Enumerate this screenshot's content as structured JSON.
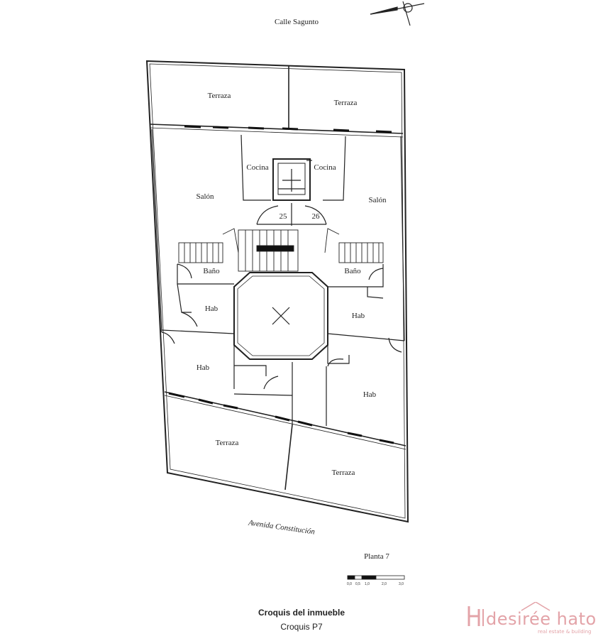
{
  "streets": {
    "top": "Calle Sagunto",
    "bottom": "Avenida Constitución"
  },
  "rooms": {
    "terraza_tl": "Terraza",
    "terraza_tr": "Terraza",
    "terraza_bl": "Terraza",
    "terraza_br": "Terraza",
    "cocina_l": "Cocina",
    "cocina_r": "Cocina",
    "salon_l": "Salón",
    "salon_r": "Salón",
    "bano_l": "Baño",
    "bano_r": "Baño",
    "hab_l1": "Hab",
    "hab_l2": "Hab",
    "hab_r1": "Hab",
    "hab_r2": "Hab",
    "unit_25": "25",
    "unit_26": "26"
  },
  "floor": "Planta 7",
  "scale_ticks": [
    "0,0",
    "0,5",
    "1,0",
    "2,0",
    "3,0"
  ],
  "caption": {
    "title": "Croquis del inmueble",
    "subtitle": "Croquis P7"
  },
  "logo": {
    "name": "desirée hato",
    "tagline": "real estate & building",
    "color": "#e3a3a8"
  }
}
